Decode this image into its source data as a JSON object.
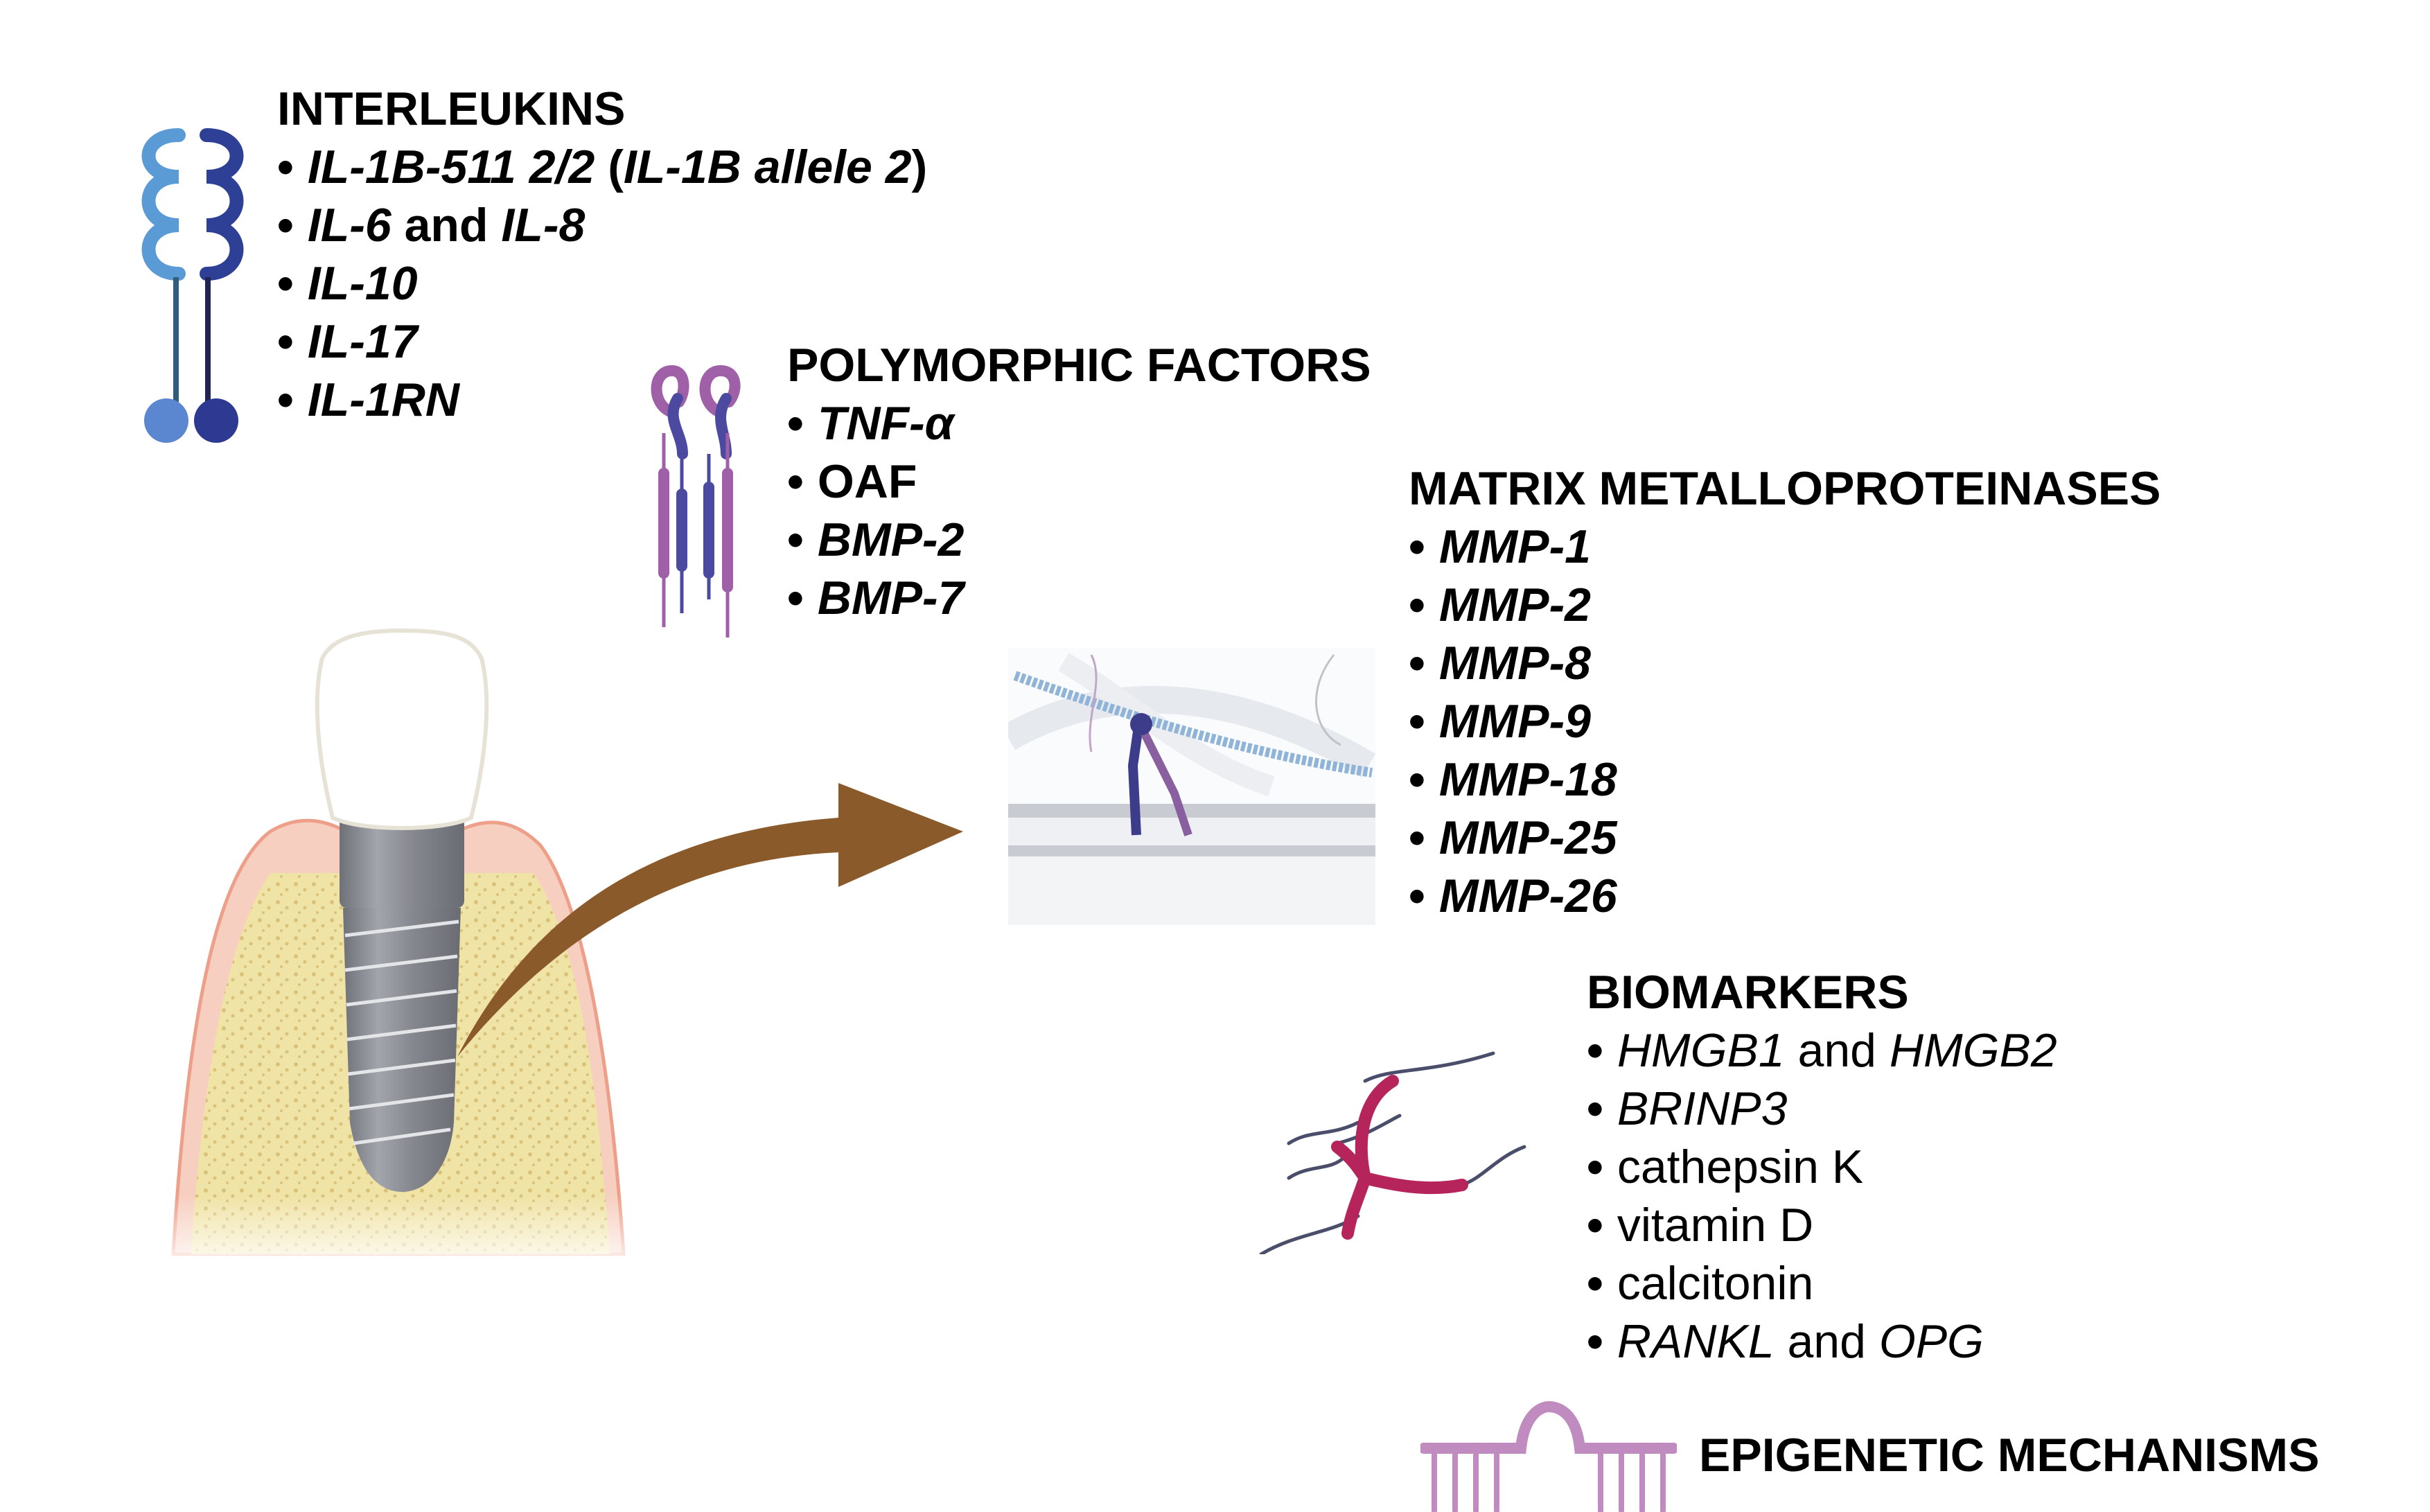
{
  "groups": {
    "interleukins": {
      "title": "INTERLEUKINS",
      "icon": "interleukin-receptor-icon",
      "items": [
        {
          "parts": [
            {
              "text": "IL-1B-511 2/2",
              "italic": true
            },
            {
              "text": " (",
              "italic": false
            },
            {
              "text": "IL-1B allele 2",
              "italic": true
            },
            {
              "text": ")",
              "italic": false
            }
          ]
        },
        {
          "parts": [
            {
              "text": "IL-6",
              "italic": true
            },
            {
              "text": " and ",
              "italic": false
            },
            {
              "text": "IL-8",
              "italic": true
            }
          ]
        },
        {
          "parts": [
            {
              "text": "IL-10",
              "italic": true
            }
          ]
        },
        {
          "parts": [
            {
              "text": "IL-17",
              "italic": true
            }
          ]
        },
        {
          "parts": [
            {
              "text": "IL-1RN",
              "italic": true
            }
          ]
        }
      ]
    },
    "polymorphic": {
      "title": "POLYMORPHIC FACTORS",
      "icon": "cytokine-receptor-icon",
      "items": [
        {
          "parts": [
            {
              "text": "TNF-α",
              "italic": true
            }
          ]
        },
        {
          "parts": [
            {
              "text": "OAF",
              "italic": false
            }
          ]
        },
        {
          "parts": [
            {
              "text": "BMP-2",
              "italic": true
            }
          ]
        },
        {
          "parts": [
            {
              "text": "BMP-7",
              "italic": true
            }
          ]
        }
      ]
    },
    "mmp": {
      "title": "MATRIX METALLOPROTEINASES",
      "icon": "membrane-protease-icon",
      "items": [
        {
          "parts": [
            {
              "text": "MMP-1",
              "italic": true
            }
          ]
        },
        {
          "parts": [
            {
              "text": "MMP-2",
              "italic": true
            }
          ]
        },
        {
          "parts": [
            {
              "text": "MMP-8",
              "italic": true
            }
          ]
        },
        {
          "parts": [
            {
              "text": "MMP-9",
              "italic": true
            }
          ]
        },
        {
          "parts": [
            {
              "text": "MMP-18",
              "italic": true
            }
          ]
        },
        {
          "parts": [
            {
              "text": "MMP-25",
              "italic": true
            }
          ]
        },
        {
          "parts": [
            {
              "text": "MMP-26",
              "italic": true
            }
          ]
        }
      ]
    },
    "biomarkers": {
      "title": "BIOMARKERS",
      "icon": "protein-fiber-icon",
      "items": [
        {
          "parts": [
            {
              "text": "HMGB1",
              "italic": true
            },
            {
              "text": " and ",
              "italic": false
            },
            {
              "text": "HMGB2",
              "italic": true
            }
          ]
        },
        {
          "parts": [
            {
              "text": "BRINP3",
              "italic": true
            }
          ]
        },
        {
          "parts": [
            {
              "text": "cathepsin K",
              "italic": false
            }
          ]
        },
        {
          "parts": [
            {
              "text": "vitamin D",
              "italic": false
            }
          ]
        },
        {
          "parts": [
            {
              "text": "calcitonin",
              "italic": false
            }
          ]
        },
        {
          "parts": [
            {
              "text": "RANKL",
              "italic": true
            },
            {
              "text": " and ",
              "italic": false
            },
            {
              "text": "OPG",
              "italic": true
            }
          ]
        }
      ]
    },
    "epigenetic": {
      "title": "EPIGENETIC MECHANISMS",
      "icon": "dna-methylation-icon"
    }
  },
  "illustration": {
    "subject": "dental-implant-in-bone",
    "arrow_icon": "curved-arrow-icon"
  },
  "colors": {
    "text": "#000000",
    "arrow": "#8b5a2b",
    "gum": "#f2b9a8",
    "bone": "#f0e3a6",
    "bone_speckle": "#d9c27a",
    "implant": "#8a8c94",
    "crown": "#ffffff",
    "interleukin_light": "#5b9bd5",
    "interleukin_dark": "#2e3f96",
    "polymorphic_purple": "#a060a8",
    "polymorphic_blue": "#4b4aa0",
    "biomarker_red": "#b5245a",
    "epigenetic_pink": "#c08bbf"
  }
}
